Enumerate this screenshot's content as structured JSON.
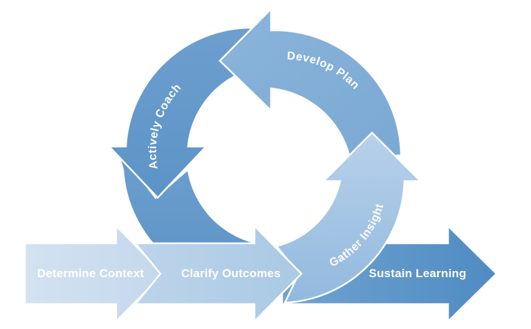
{
  "diagram": {
    "cycle": {
      "develop_plan": "Develop Plan",
      "actively_coach": "Actively Coach",
      "gather_insight": "Gather Insight"
    },
    "linear": {
      "determine_context": "Determine Context",
      "clarify_outcomes": "Clarify Outcomes",
      "sustain_learning": "Sustain Learning"
    },
    "colors": {
      "dark_blue": "#5c95c6",
      "mid_blue": "#78a8d3",
      "light_blue": "#9fc2e2",
      "pale_blue": "#c5d9ec"
    }
  }
}
